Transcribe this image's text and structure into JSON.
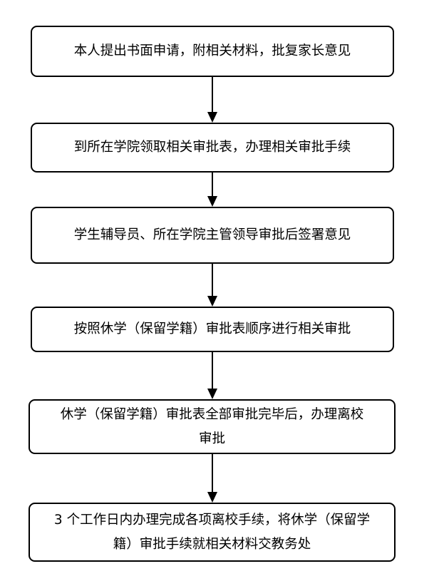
{
  "flowchart": {
    "steps": [
      {
        "text": "本人提出书面申请，附相关材料，批复家长意见"
      },
      {
        "text": "到所在学院领取相关审批表，办理相关审批手续"
      },
      {
        "text": "学生辅导员、所在学院主管领导审批后签署意见"
      },
      {
        "text": "按照休学（保留学籍）审批表顺序进行相关审批"
      },
      {
        "text": "休学（保留学籍）审批表全部审批完毕后，办理离校审批"
      },
      {
        "text": "3 个工作日内办理完成各项离校手续，将休学（保留学籍）审批手续就相关材料交教务处"
      }
    ]
  }
}
